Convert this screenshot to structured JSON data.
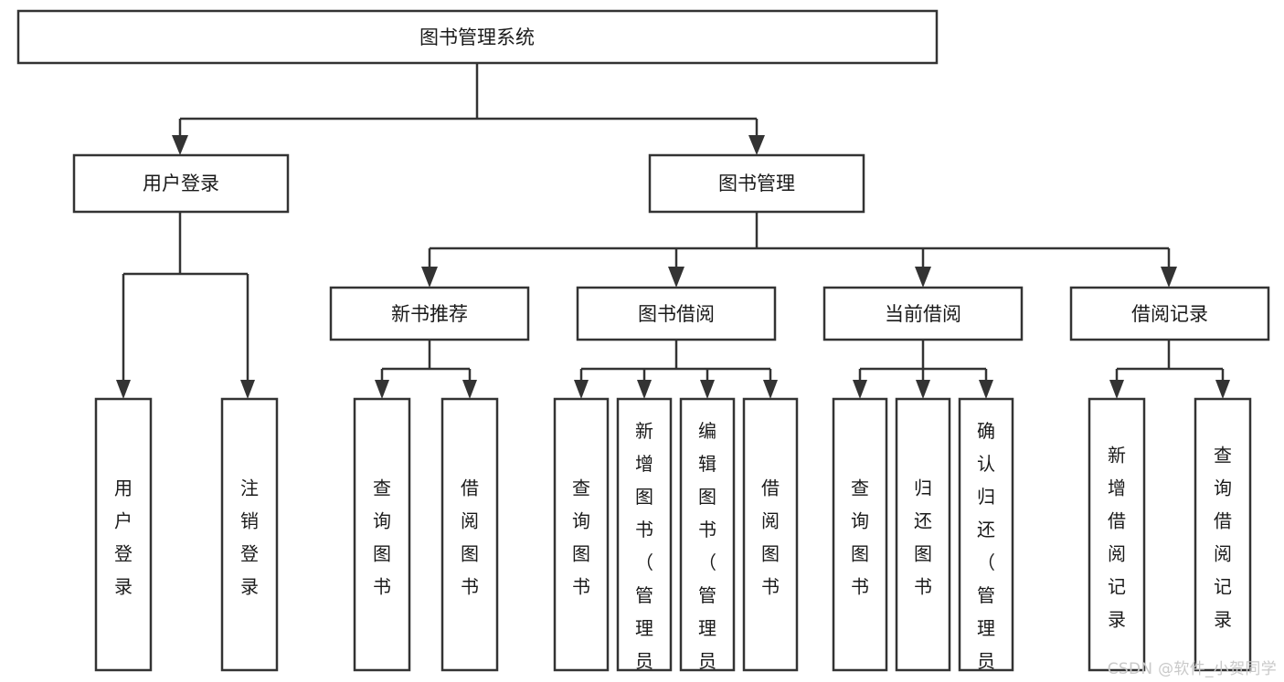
{
  "diagram": {
    "type": "tree-flowchart",
    "title": "图书管理系统",
    "orientation": "top-down",
    "colors": {
      "box_stroke": "#333333",
      "box_fill": "#ffffff",
      "text": "#1a1a1a",
      "watermark": "#c9c9c9",
      "background": "#ffffff"
    },
    "levels": {
      "root": {
        "label": "图书管理系统"
      },
      "level2": [
        {
          "id": "user-login",
          "label": "用户登录"
        },
        {
          "id": "book-management",
          "label": "图书管理"
        }
      ],
      "level3": [
        {
          "id": "new-book-recommend",
          "label": "新书推荐",
          "parent": "book-management"
        },
        {
          "id": "book-borrow",
          "label": "图书借阅",
          "parent": "book-management"
        },
        {
          "id": "current-borrow",
          "label": "当前借阅",
          "parent": "book-management"
        },
        {
          "id": "borrow-record",
          "label": "借阅记录",
          "parent": "book-management"
        }
      ],
      "leaves": {
        "user-login": [
          {
            "id": "leaf-user-login",
            "label": "用户登录"
          },
          {
            "id": "leaf-logout-login",
            "label": "注销登录"
          }
        ],
        "new-book-recommend": [
          {
            "id": "leaf-query-book-1",
            "label": "查询图书"
          },
          {
            "id": "leaf-borrow-book-1",
            "label": "借阅图书"
          }
        ],
        "book-borrow": [
          {
            "id": "leaf-query-book-2",
            "label": "查询图书"
          },
          {
            "id": "leaf-add-book",
            "label": "新增图书（管理员）"
          },
          {
            "id": "leaf-edit-book",
            "label": "编辑图书（管理员）"
          },
          {
            "id": "leaf-borrow-book-2",
            "label": "借阅图书"
          }
        ],
        "current-borrow": [
          {
            "id": "leaf-query-book-3",
            "label": "查询图书"
          },
          {
            "id": "leaf-return-book",
            "label": "归还图书"
          },
          {
            "id": "leaf-confirm-return",
            "label": "确认归还（管理员）"
          }
        ],
        "borrow-record": [
          {
            "id": "leaf-add-record",
            "label": "新增借阅记录"
          },
          {
            "id": "leaf-query-record",
            "label": "查询借阅记录"
          }
        ]
      }
    }
  },
  "watermark": {
    "text": "CSDN @软件_小贺同学"
  }
}
